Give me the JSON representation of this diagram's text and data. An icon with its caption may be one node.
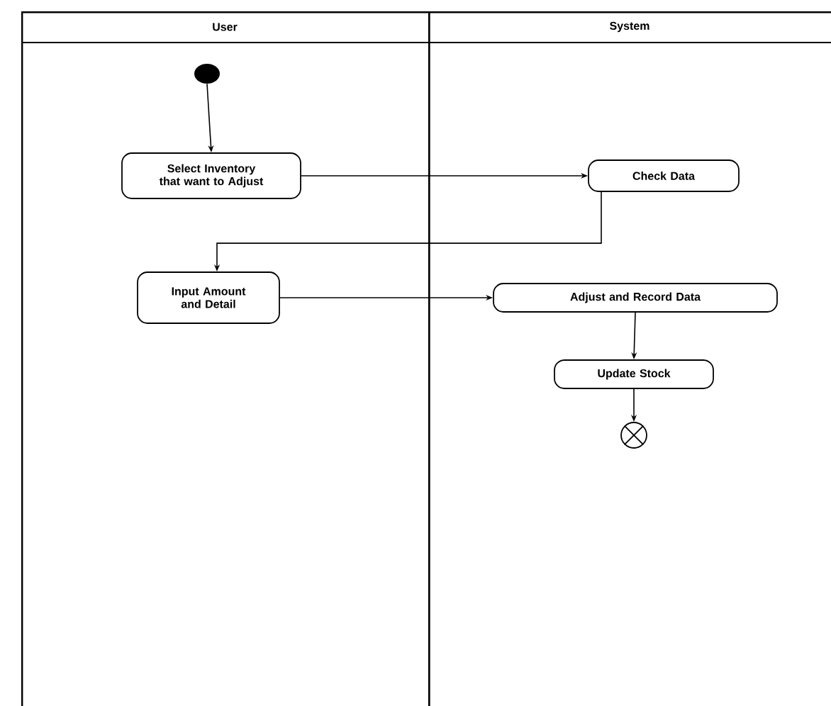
{
  "diagram": {
    "nodes": [
      {
        "text": [
          "User"
        ]
      },
      {
        "text": [
          "System"
        ]
      },
      {
        "text": [],
        "shape": "circle",
        "in": 0
      },
      {
        "text": [
          "Select Inventory that want to Adjust"
        ],
        "in": 0
      },
      {
        "text": [
          "Check Data"
        ],
        "in": 1
      },
      {
        "text": [
          "Input Amount and Detail"
        ],
        "in": 0
      },
      {
        "text": [
          "Adjust and Record Data"
        ],
        "in": 1
      },
      {
        "text": [
          "Update Stock"
        ],
        "in": 1
      },
      {
        "text": [],
        "shape": "circle",
        "in": 1
      }
    ],
    "edges": [
      {
        "from": 2,
        "to": 3,
        "arrow": "to"
      },
      {
        "from": 3,
        "to": 4,
        "arrow": "to"
      },
      {
        "from": 4,
        "to": 5,
        "arrow": "to"
      },
      {
        "from": 5,
        "to": 6,
        "arrow": "to"
      },
      {
        "from": 6,
        "to": 7,
        "arrow": "to"
      },
      {
        "from": 7,
        "to": 8,
        "arrow": "to"
      }
    ]
  }
}
